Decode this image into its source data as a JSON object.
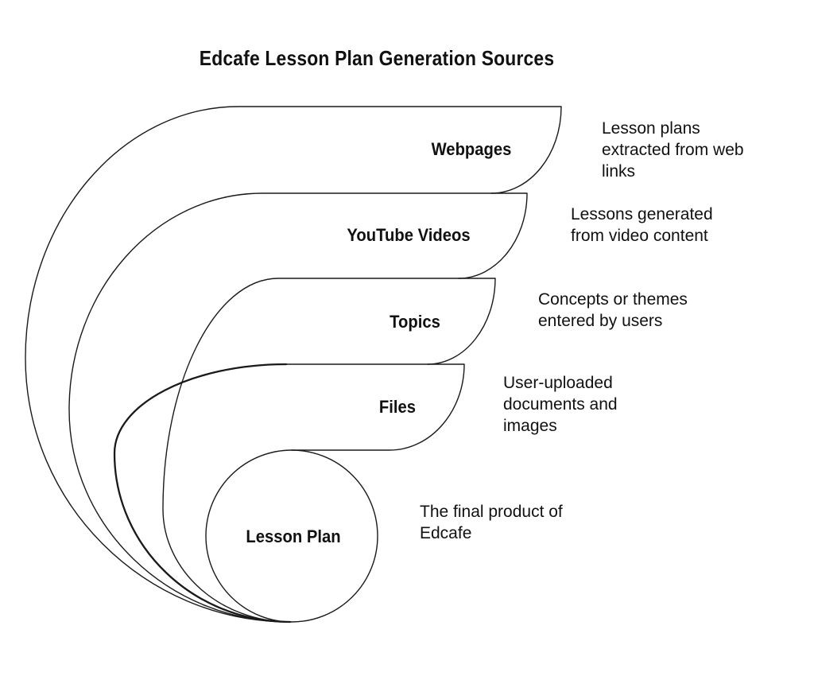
{
  "title": "Edcafe Lesson Plan Generation Sources",
  "layers": [
    {
      "id": "webpages",
      "label": "Webpages",
      "description": "Lesson plans extracted from web links",
      "lines": [
        "Lesson plans",
        "extracted from web",
        "links"
      ]
    },
    {
      "id": "youtube-videos",
      "label": "YouTube Videos",
      "description": "Lessons generated from video content",
      "lines": [
        "Lessons generated",
        "from video content"
      ]
    },
    {
      "id": "topics",
      "label": "Topics",
      "description": "Concepts or themes entered by users",
      "lines": [
        "Concepts or themes",
        "entered by users"
      ]
    },
    {
      "id": "files",
      "label": "Files",
      "description": "User-uploaded documents and images",
      "lines": [
        "User-uploaded",
        "documents and",
        "images"
      ]
    },
    {
      "id": "lesson-plan",
      "label": "Lesson Plan",
      "description": "The final product of Edcafe",
      "lines": [
        "The final product of",
        "Edcafe"
      ]
    }
  ],
  "colors": {
    "background": "#ffffff",
    "stroke": "#1a1a1a",
    "text": "#111111"
  }
}
